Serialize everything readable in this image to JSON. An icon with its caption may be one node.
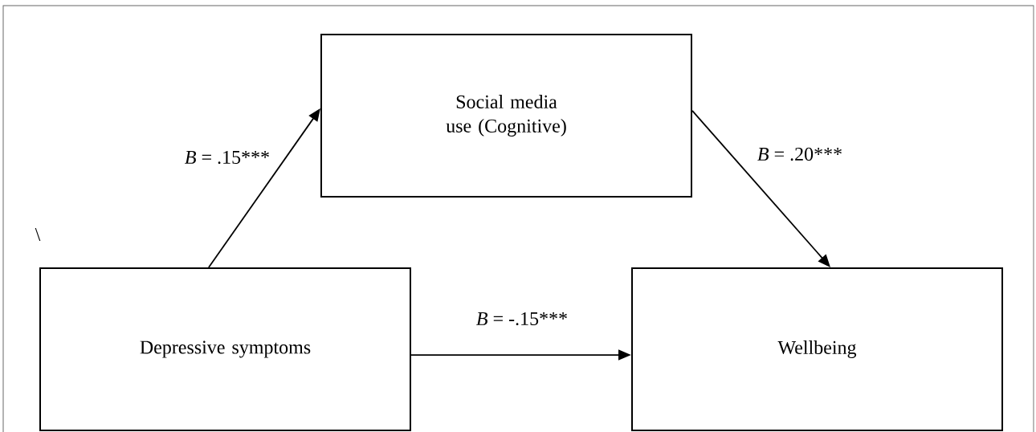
{
  "diagram": {
    "nodes": [
      {
        "text": [
          "Social media use (Cognitive)"
        ]
      },
      {
        "text": [
          "Depressive symptoms"
        ]
      },
      {
        "text": [
          "Wellbeing"
        ]
      }
    ],
    "edges": [
      {
        "from": 1,
        "to": 0,
        "arrow": "to",
        "label": "*B* = .15***"
      },
      {
        "from": 0,
        "to": 2,
        "arrow": "to",
        "label": "*B* = .20***"
      },
      {
        "from": 1,
        "to": 2,
        "arrow": "to",
        "label": "*B* = -.15***"
      }
    ],
    "labels": [
      "\\"
    ]
  }
}
